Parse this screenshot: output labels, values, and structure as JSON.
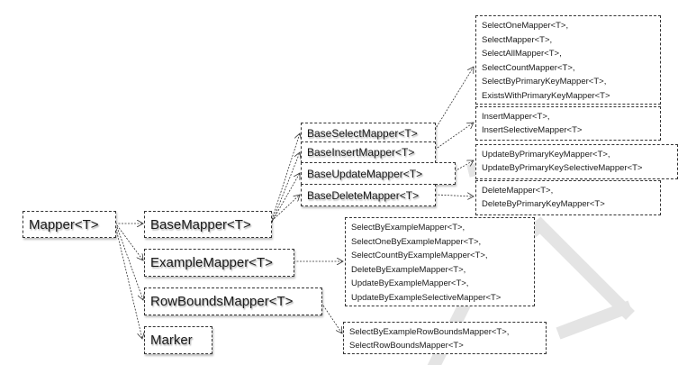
{
  "diagram": {
    "root": {
      "label": "Mapper<T>"
    },
    "level1": [
      {
        "id": "base",
        "label": "BaseMapper<T>"
      },
      {
        "id": "example",
        "label": "ExampleMapper<T>"
      },
      {
        "id": "rowbounds",
        "label": "RowBoundsMapper<T>"
      },
      {
        "id": "marker",
        "label": "Marker"
      }
    ],
    "base_children": [
      {
        "id": "select",
        "label": "BaseSelectMapper<T>"
      },
      {
        "id": "insert",
        "label": "BaseInsertMapper<T>"
      },
      {
        "id": "update",
        "label": "BaseUpdateMapper<T>"
      },
      {
        "id": "delete",
        "label": "BaseDeleteMapper<T>"
      }
    ],
    "groups": {
      "select": [
        "SelectOneMapper<T>,",
        "SelectMapper<T>,",
        "SelectAllMapper<T>,",
        "SelectCountMapper<T>,",
        "SelectByPrimaryKeyMapper<T>,",
        "ExistsWithPrimaryKeyMapper<T>"
      ],
      "insert": [
        "InsertMapper<T>,",
        "InsertSelectiveMapper<T>"
      ],
      "update": [
        "UpdateByPrimaryKeyMapper<T>,",
        "UpdateByPrimaryKeySelectiveMapper<T>"
      ],
      "delete": [
        "DeleteMapper<T>,",
        "DeleteByPrimaryKeyMapper<T>"
      ],
      "example": [
        "SelectByExampleMapper<T>,",
        "SelectOneByExampleMapper<T>,",
        "SelectCountByExampleMapper<T>,",
        "DeleteByExampleMapper<T>,",
        "UpdateByExampleMapper<T>,",
        "UpdateByExampleSelectiveMapper<T>"
      ],
      "rowbounds": [
        "SelectByExampleRowBoundsMapper<T>,",
        "SelectRowBoundsMapper<T>"
      ]
    },
    "colors": {
      "border": "#333333",
      "watermark": "#e2e2e2",
      "text": "#1a1a1a"
    }
  }
}
